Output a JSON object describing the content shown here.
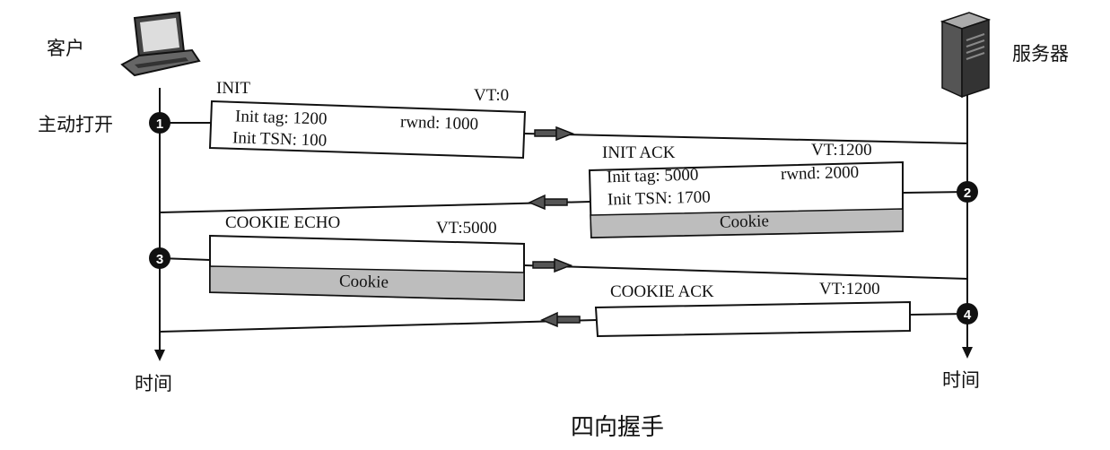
{
  "client": {
    "label": "客户",
    "icon": "laptop-icon"
  },
  "server": {
    "label": "服务器",
    "icon": "server-icon"
  },
  "active_open": "主动打开",
  "time_left": "时间",
  "time_right": "时间",
  "caption": "四向握手",
  "steps": [
    "1",
    "2",
    "3",
    "4"
  ],
  "init": {
    "name": "INIT",
    "vt": "VT:0",
    "init_tag": "Init tag: 1200",
    "rwnd": "rwnd: 1000",
    "init_tsn": "Init TSN: 100"
  },
  "init_ack": {
    "name": "INIT ACK",
    "vt": "VT:1200",
    "init_tag": "Init tag: 5000",
    "rwnd": "rwnd: 2000",
    "init_tsn": "Init TSN: 1700",
    "cookie": "Cookie"
  },
  "cookie_echo": {
    "name": "COOKIE ECHO",
    "vt": "VT:5000",
    "cookie": "Cookie"
  },
  "cookie_ack": {
    "name": "COOKIE ACK",
    "vt": "VT:1200"
  }
}
